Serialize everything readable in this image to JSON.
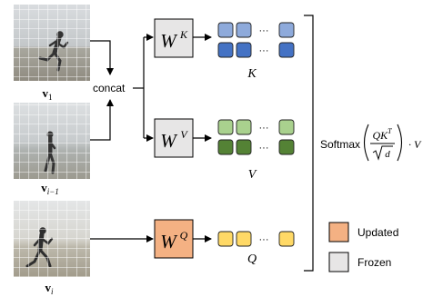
{
  "frames": [
    {
      "label": "v",
      "sub": "1"
    },
    {
      "label": "v",
      "sub": "i−1"
    },
    {
      "label": "v",
      "sub": "i"
    }
  ],
  "concat_label": "concat",
  "weights": {
    "key": {
      "base": "W",
      "sup": "K",
      "state": "frozen"
    },
    "value": {
      "base": "W",
      "sup": "V",
      "state": "frozen"
    },
    "query": {
      "base": "W",
      "sup": "Q",
      "state": "updated"
    }
  },
  "outputs": {
    "key": {
      "label": "K",
      "colors": [
        "#8eaadb",
        "#4472c4"
      ]
    },
    "value": {
      "label": "V",
      "colors": [
        "#a9d18e",
        "#548235"
      ]
    },
    "query": {
      "label": "Q",
      "colors": [
        "#ffd966"
      ]
    }
  },
  "ellipsis": "···",
  "formula": {
    "func": "Softmax",
    "num_a": "QK",
    "num_sup": "T",
    "den": "d",
    "mult": "· V"
  },
  "legend": [
    {
      "label": "Updated",
      "color": "#f4b183"
    },
    {
      "label": "Frozen",
      "color": "#e7e6e6"
    }
  ],
  "colors": {
    "line": "#000000",
    "frozen": "#e7e6e6",
    "updated": "#f4b183",
    "grid": "#ffffff"
  }
}
